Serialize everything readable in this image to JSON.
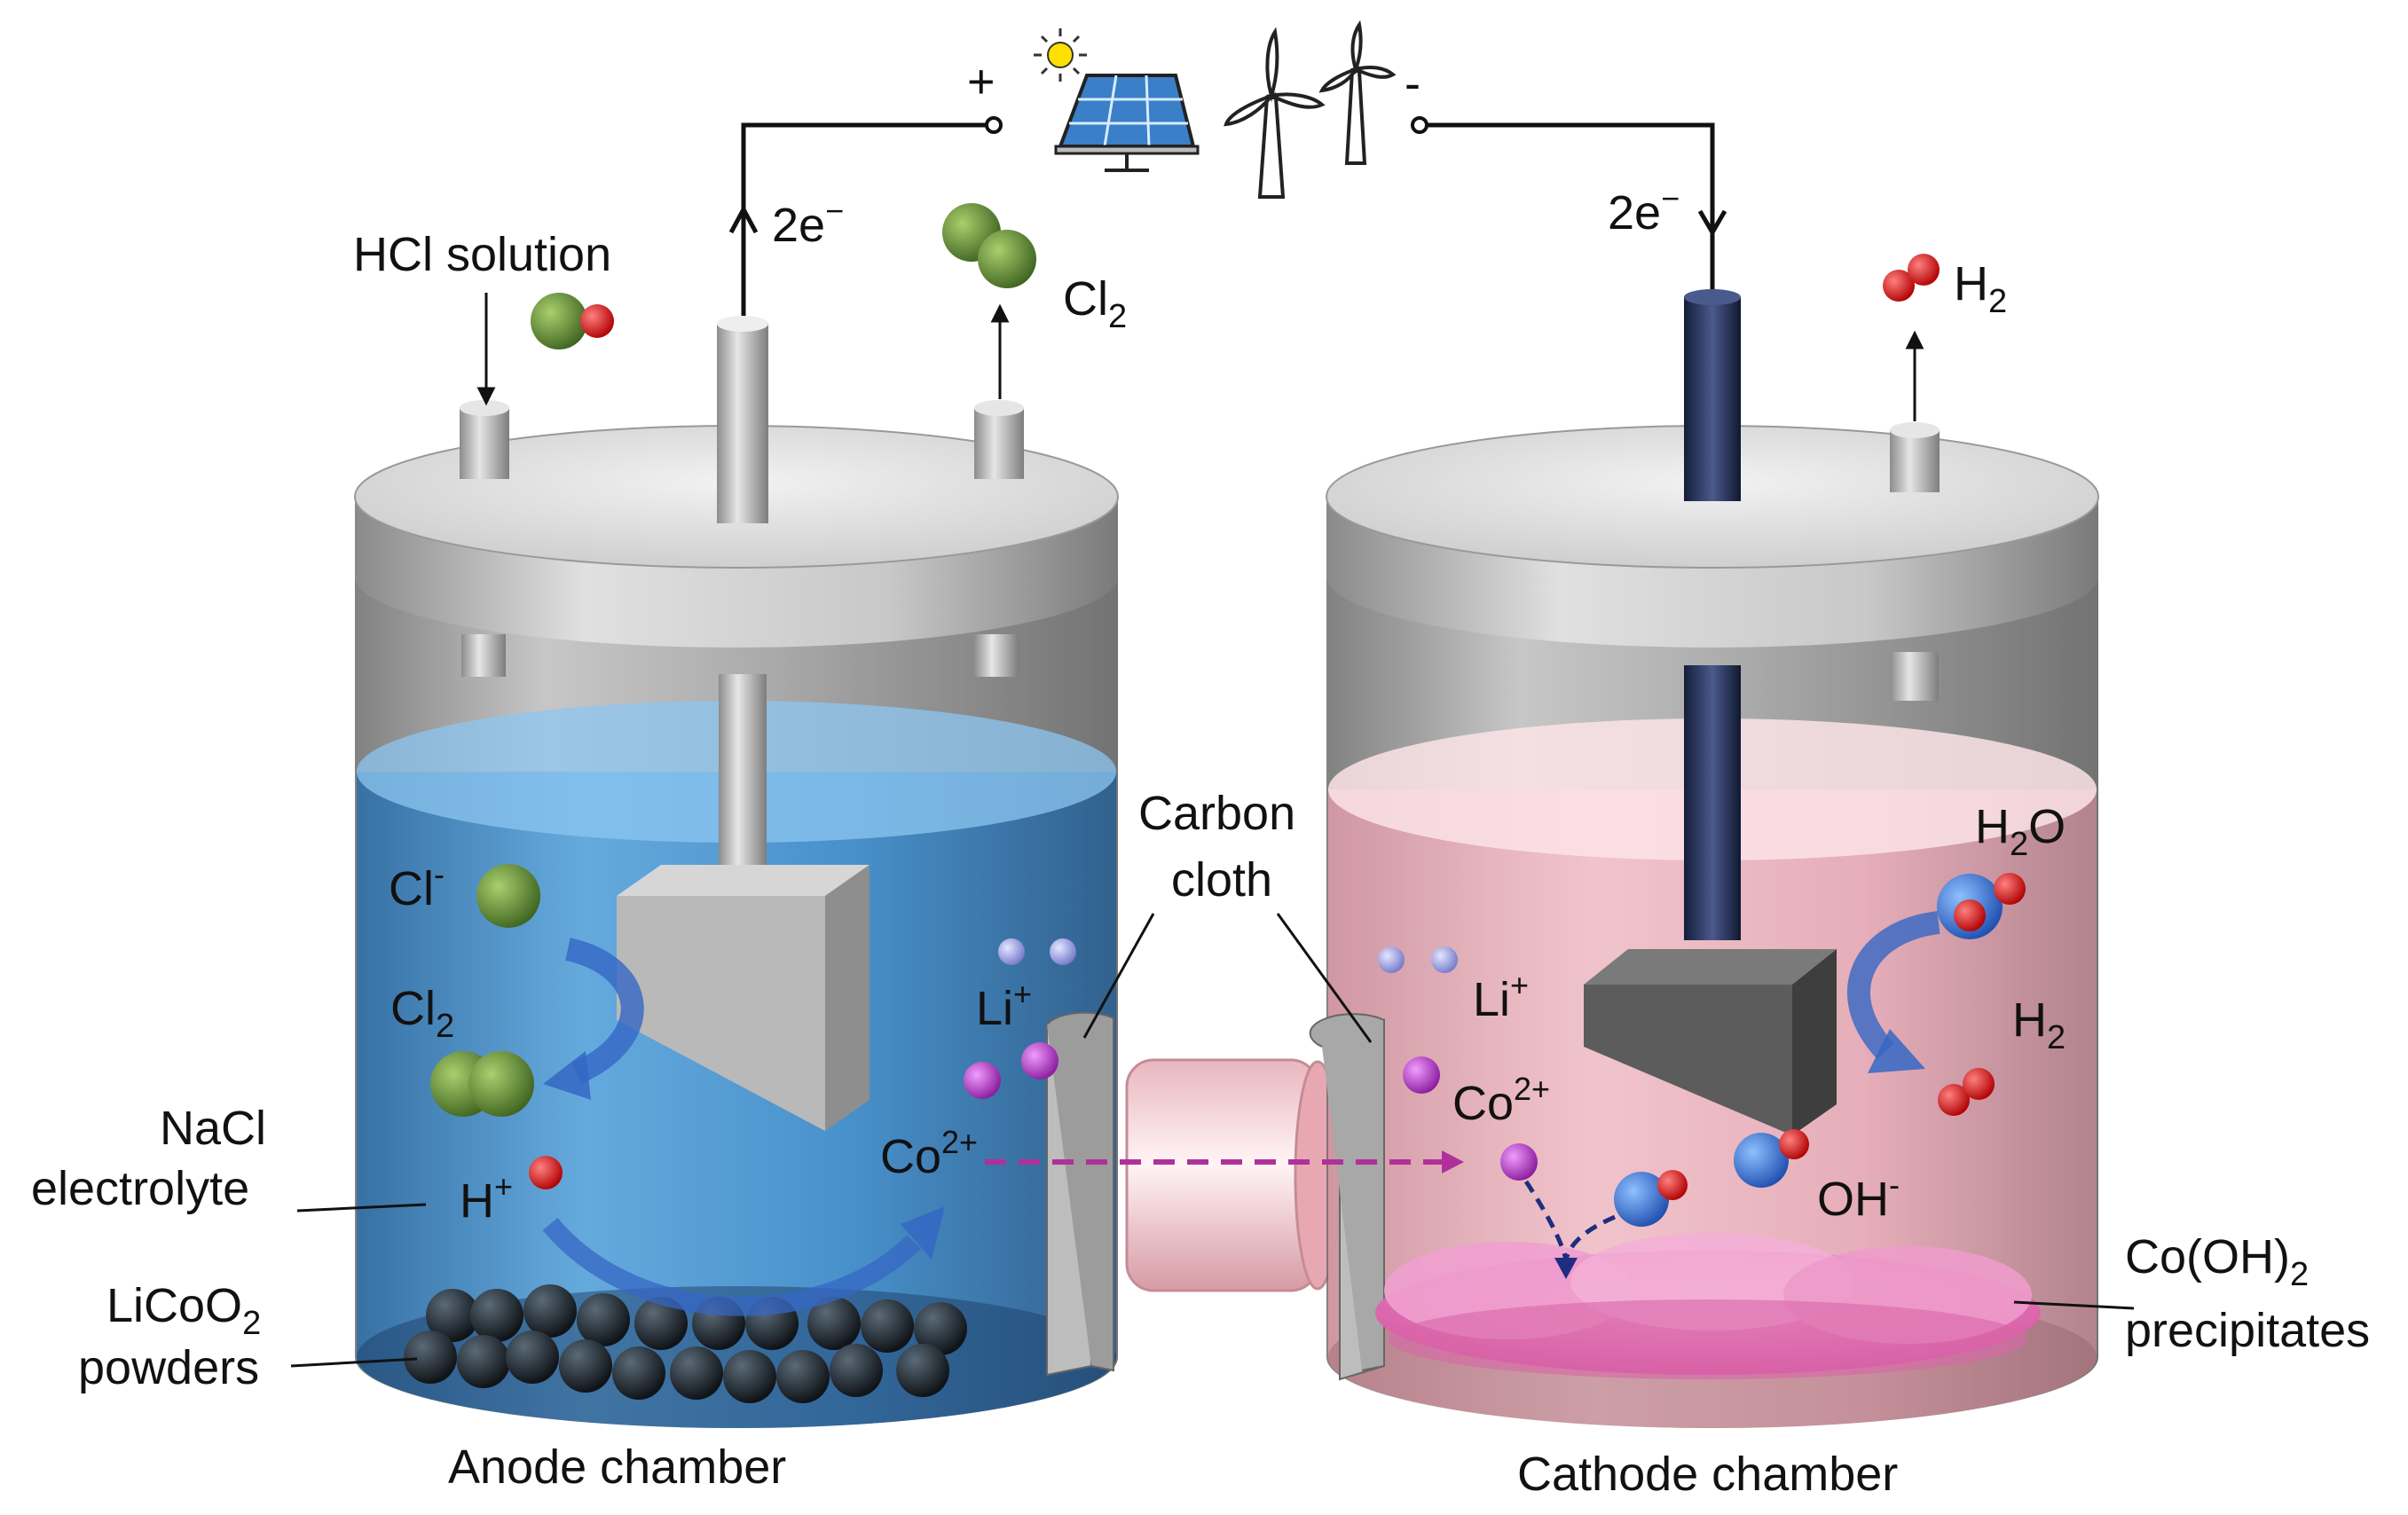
{
  "labels": {
    "plus": "+",
    "minus": "-",
    "two_e_left": "2e",
    "two_e_right": "2e",
    "e_sup": "−",
    "hcl_solution": "HCl solution",
    "cl2_top": "Cl",
    "cl2_top_sub": "2",
    "h2_top": "H",
    "h2_top_sub": "2",
    "cl_minus": "Cl",
    "cl_minus_sup": "-",
    "cl2_inside": "Cl",
    "cl2_inside_sub": "2",
    "h_plus": "H",
    "h_plus_sup": "+",
    "li_plus_left": "Li",
    "li_plus_left_sup": "+",
    "co2_left": "Co",
    "co2_left_sup": "2+",
    "carbon_cloth_1": "Carbon",
    "carbon_cloth_2": "cloth",
    "li_plus_right": "Li",
    "li_plus_right_sup": "+",
    "co2_right": "Co",
    "co2_right_sup": "2+",
    "h2o": "H",
    "h2o_sub": "2",
    "h2o_o": "O",
    "h2_inside": "H",
    "h2_inside_sub": "2",
    "oh_minus": "OH",
    "oh_minus_sup": "-",
    "nacl_1": "NaCl",
    "nacl_2": "electrolyte",
    "licoo2_1": "LiCoO",
    "licoo2_1_sub": "2",
    "licoo2_2": "powders",
    "cooh2_1": "Co(OH)",
    "cooh2_1_sub": "2",
    "cooh2_2": "precipitates",
    "anode_chamber": "Anode chamber",
    "cathode_chamber": "Cathode chamber"
  },
  "colors": {
    "electrolyte_blue": "#3f8fd0",
    "electrolyte_pink": "#f2b3c0",
    "chlorine_green": "#5f8a35",
    "oxygen_red": "#e01818",
    "ion_purple": "#b22fc8",
    "li_lavender": "#9aa0e6",
    "oh_blue": "#2e6fd6",
    "dashed_magenta": "#b0309a",
    "arrow_blue": "#3567c4",
    "cathode_rod": "#1f2d55",
    "precipitate_pink": "#e873b8"
  },
  "icons": [
    "sun-icon",
    "solar-panel-icon",
    "wind-turbine-icon"
  ]
}
